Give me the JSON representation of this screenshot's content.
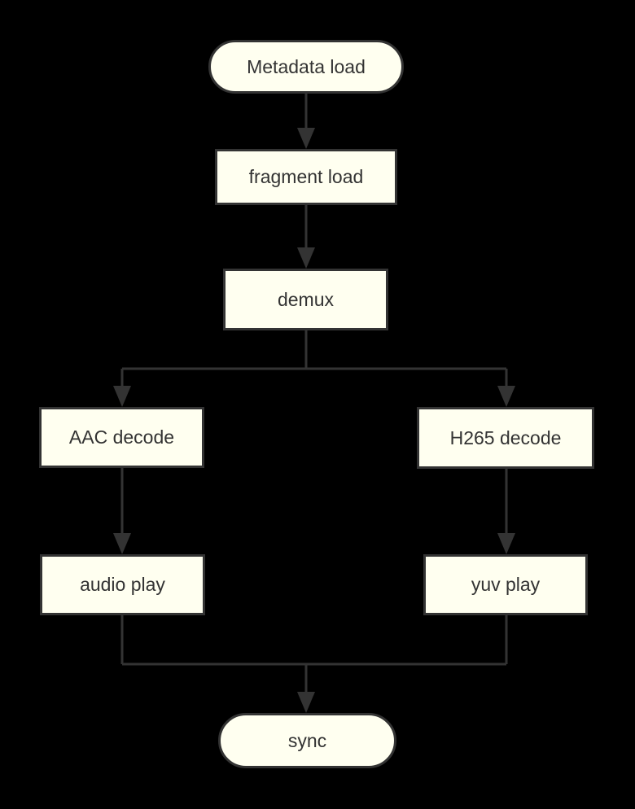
{
  "diagram": {
    "type": "flowchart",
    "direction": "top-down",
    "colors": {
      "background": "#000000",
      "node_fill": "#FFFFF0",
      "node_border": "#333333",
      "edge": "#333333",
      "text": "#333333"
    },
    "nodes": [
      {
        "id": "metadata_load",
        "label": "Metadata load",
        "shape": "stadium"
      },
      {
        "id": "fragment_load",
        "label": "fragment load",
        "shape": "rect"
      },
      {
        "id": "demux",
        "label": "demux",
        "shape": "rect"
      },
      {
        "id": "aac_decode",
        "label": "AAC decode",
        "shape": "rect"
      },
      {
        "id": "h265_decode",
        "label": "H265 decode",
        "shape": "rect"
      },
      {
        "id": "audio_play",
        "label": "audio play",
        "shape": "rect"
      },
      {
        "id": "yuv_play",
        "label": "yuv play",
        "shape": "rect"
      },
      {
        "id": "sync",
        "label": "sync",
        "shape": "stadium"
      }
    ],
    "edges": [
      {
        "from": "metadata_load",
        "to": "fragment_load"
      },
      {
        "from": "fragment_load",
        "to": "demux"
      },
      {
        "from": "demux",
        "to": "aac_decode"
      },
      {
        "from": "demux",
        "to": "h265_decode"
      },
      {
        "from": "aac_decode",
        "to": "audio_play"
      },
      {
        "from": "h265_decode",
        "to": "yuv_play"
      },
      {
        "from": "audio_play",
        "to": "sync"
      },
      {
        "from": "yuv_play",
        "to": "sync"
      }
    ]
  }
}
